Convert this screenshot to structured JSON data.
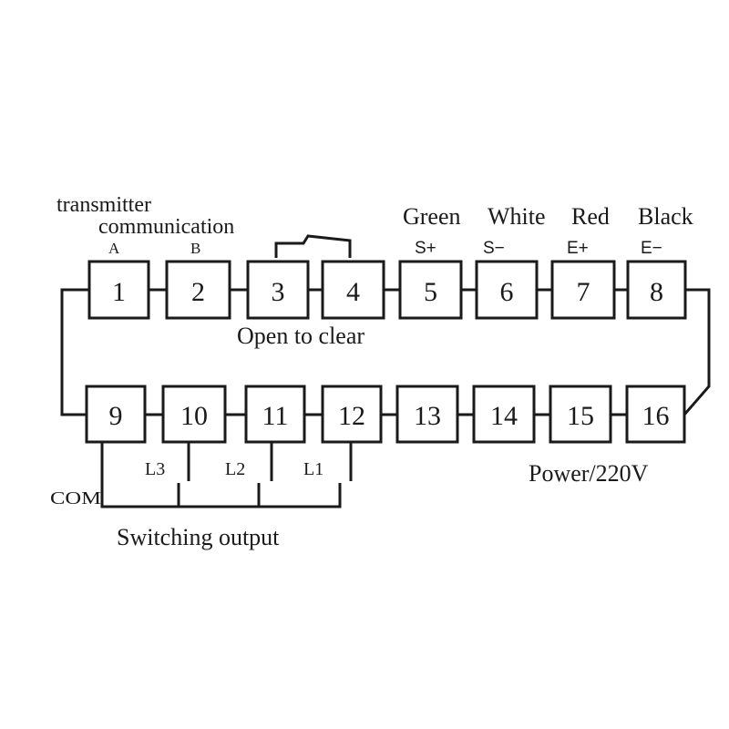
{
  "diagram": {
    "transmitter_label": "transmitter",
    "communication_label": "communication",
    "pin_a": "A",
    "pin_b": "B",
    "wire_colors": {
      "green": "Green",
      "white": "White",
      "red": "Red",
      "black": "Black"
    },
    "signal_labels": {
      "s_plus": "S+",
      "s_minus": "S−",
      "e_plus": "E+",
      "e_minus": "E−"
    },
    "open_to_clear": "Open to clear",
    "power_label": "Power/220V",
    "com_label": "COM",
    "relay_labels": {
      "l3": "L3",
      "l2": "L2",
      "l1": "L1"
    },
    "switching_output_label": "Switching output",
    "top_terminals": [
      "1",
      "2",
      "3",
      "4",
      "5",
      "6",
      "7",
      "8"
    ],
    "bottom_terminals": [
      "9",
      "10",
      "11",
      "12",
      "13",
      "14",
      "15",
      "16"
    ],
    "line_color": "#1a1a1a"
  }
}
